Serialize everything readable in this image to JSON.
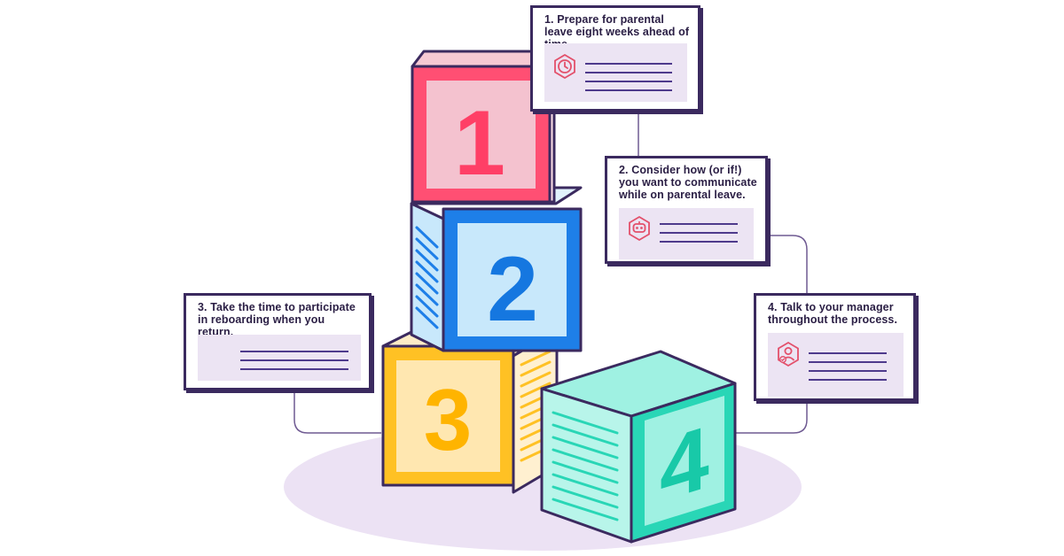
{
  "steps": [
    {
      "number": "1",
      "icon": "clock-icon",
      "text": "1. Prepare for parental leave eight weeks ahead of time."
    },
    {
      "number": "2",
      "icon": "chat-bot-icon",
      "text": "2. Consider how (or if!) you want to communicate while on parental leave."
    },
    {
      "number": "3",
      "icon": "",
      "text": "3. Take the time to participate in reboarding when you return."
    },
    {
      "number": "4",
      "icon": "person-check-icon",
      "text": "4. Talk to your manager throughout the process."
    }
  ],
  "colors": {
    "outline": "#3b2a5f",
    "block1_face": "#ff4f73",
    "block1_inner": "#f4c2cf",
    "block1_text": "#ff3f66",
    "block2_face": "#1e7fe8",
    "block2_inner": "#c8e8fb",
    "block2_text": "#1577e0",
    "block3_face": "#ffc124",
    "block3_inner": "#ffe7b0",
    "block3_text": "#ffb400",
    "block4_face": "#29d6b6",
    "block4_inner": "#9ff1e2",
    "block4_text": "#18c9a8",
    "ground": "#ece2f4",
    "panel": "#ece4f3",
    "connector": "#6f5a92"
  }
}
